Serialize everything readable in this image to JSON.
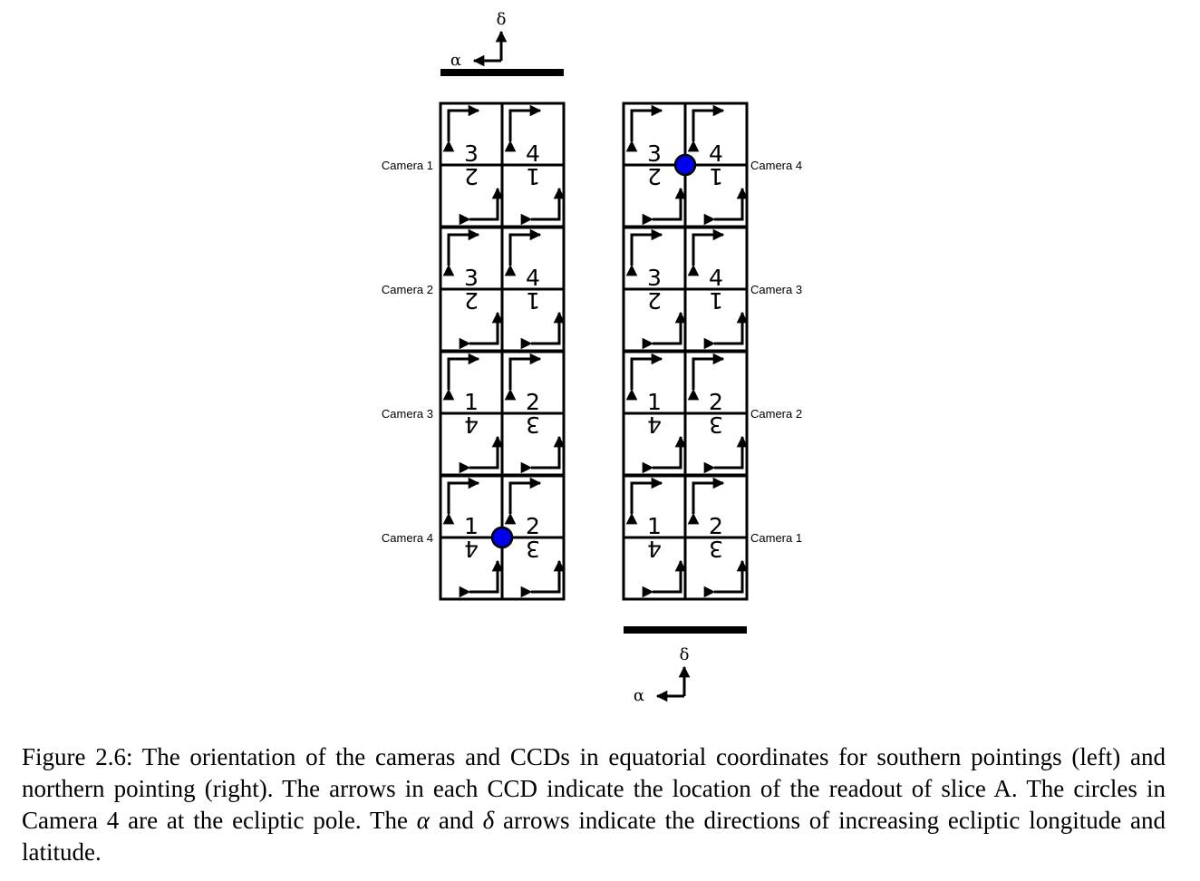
{
  "figure": {
    "left_panel": {
      "axis_alpha": "α",
      "axis_delta": "δ",
      "cameras": [
        {
          "label": "Camera 1",
          "ccds": [
            "3",
            "4",
            "2",
            "1"
          ],
          "pole": false
        },
        {
          "label": "Camera 2",
          "ccds": [
            "3",
            "4",
            "2",
            "1"
          ],
          "pole": false
        },
        {
          "label": "Camera 3",
          "ccds": [
            "1",
            "2",
            "4",
            "3"
          ],
          "pole": false
        },
        {
          "label": "Camera 4",
          "ccds": [
            "1",
            "2",
            "4",
            "3"
          ],
          "pole": true
        }
      ]
    },
    "right_panel": {
      "axis_alpha": "α",
      "axis_delta": "δ",
      "cameras": [
        {
          "label": "Camera 4",
          "ccds": [
            "3",
            "4",
            "2",
            "1"
          ],
          "pole": true
        },
        {
          "label": "Camera 3",
          "ccds": [
            "3",
            "4",
            "2",
            "1"
          ],
          "pole": false
        },
        {
          "label": "Camera 2",
          "ccds": [
            "1",
            "2",
            "4",
            "3"
          ],
          "pole": false
        },
        {
          "label": "Camera 1",
          "ccds": [
            "1",
            "2",
            "4",
            "3"
          ],
          "pole": false
        }
      ]
    },
    "colors": {
      "line": "#000000",
      "pole_circle": "#0000ee"
    }
  },
  "caption": {
    "prefix": "Figure 2.6:",
    "text_1": "The orientation of the cameras and CCDs in equatorial coordinates for southern pointings (left) and northern pointing (right). The arrows in each CCD indicate the location of the readout of slice A. The circles in Camera 4 are at the ecliptic pole. The",
    "alpha": "α",
    "and": "and",
    "delta": "δ",
    "text_2": "arrows indicate the directions of increasing ecliptic longitude and latitude."
  }
}
